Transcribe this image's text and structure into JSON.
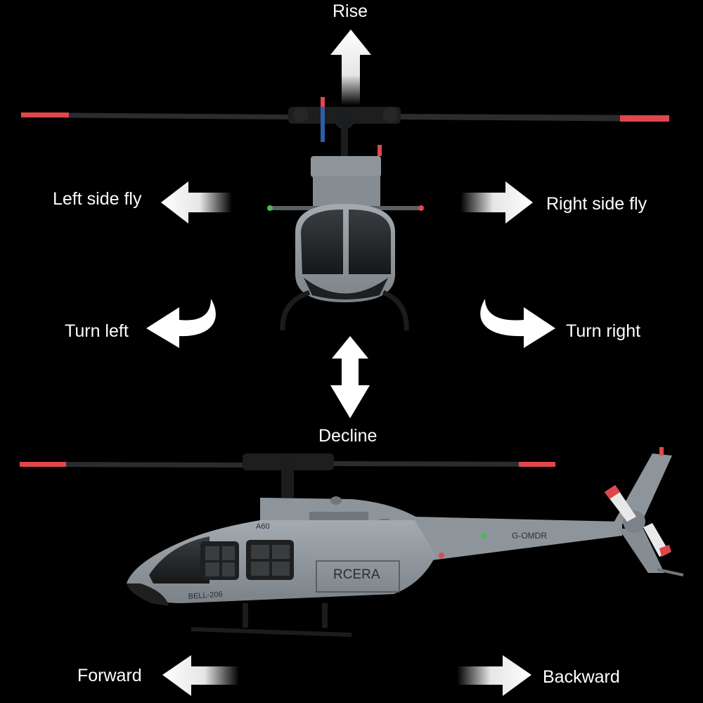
{
  "labels": {
    "rise": "Rise",
    "decline": "Decline",
    "left_side_fly": "Left side fly",
    "right_side_fly": "Right side fly",
    "turn_left": "Turn left",
    "turn_right": "Turn right",
    "forward": "Forward",
    "backward": "Backward"
  },
  "markings": {
    "model_brand": "RCERA",
    "model_name": "BELL-206",
    "registration": "G-OMDR",
    "code": "A60"
  },
  "colors": {
    "background": "#000000",
    "body": "#8d959b",
    "blade": "#2a2d30",
    "blade_tip": "#e0474c",
    "arrow": "#ffffff"
  }
}
